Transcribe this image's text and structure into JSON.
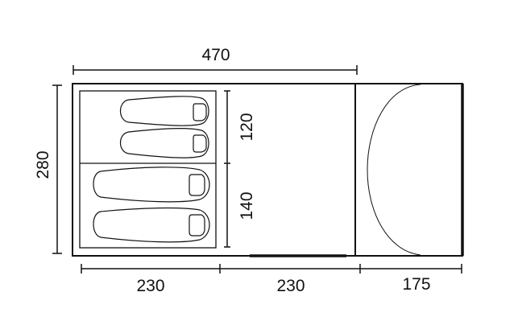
{
  "diagram": {
    "overall_length": "470",
    "overall_width": "280",
    "bedroom_upper": "120",
    "bedroom_lower": "140",
    "segment_1": "230",
    "segment_2": "230",
    "segment_3": "175"
  },
  "colors": {
    "line": "#111111",
    "background": "#ffffff"
  }
}
